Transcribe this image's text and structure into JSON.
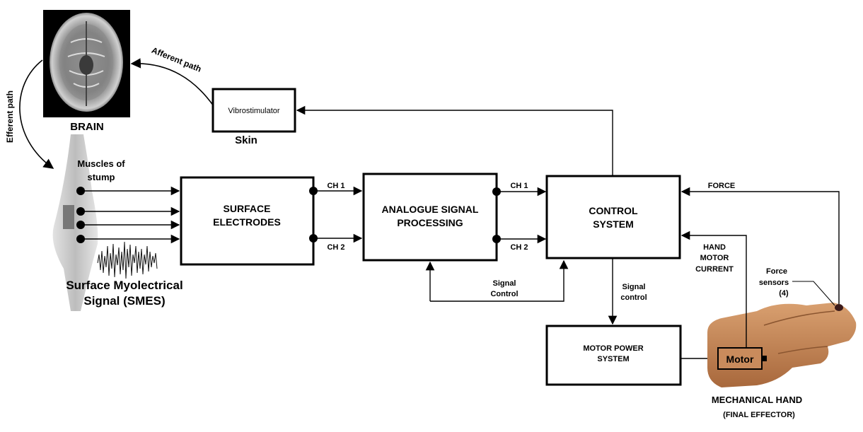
{
  "labels": {
    "brain": "BRAIN",
    "afferent": "Afferent path",
    "efferent": "Efferent path",
    "vibrostimulator": "Vibrostimulator",
    "skin": "Skin",
    "muscles_line1": "Muscles of",
    "muscles_line2": "stump",
    "smes_line1": "Surface Myolectrical",
    "smes_line2": "Signal (SMES)",
    "surface_line1": "SURFACE",
    "surface_line2": "ELECTRODES",
    "analogue_line1": "ANALOGUE SIGNAL",
    "analogue_line2": "PROCESSING",
    "control_line1": "CONTROL",
    "control_line2": "SYSTEM",
    "motor_power_line1": "MOTOR POWER",
    "motor_power_line2": "SYSTEM",
    "ch1_a": "CH 1",
    "ch2_a": "CH 2",
    "ch1_b": "CH 1",
    "ch2_b": "CH 2",
    "signal_control_1a": "Signal",
    "signal_control_1b": "Control",
    "signal_control_2a": "Signal",
    "signal_control_2b": "control",
    "force": "FORCE",
    "hand_motor_1": "HAND",
    "hand_motor_2": "MOTOR",
    "hand_motor_3": "CURRENT",
    "force_sensors_1": "Force",
    "force_sensors_2": "sensors",
    "force_sensors_3": "(4)",
    "motor": "Motor",
    "mech_hand_1": "MECHANICAL HAND",
    "mech_hand_2": "(FINAL EFFECTOR)"
  },
  "colors": {
    "line": "#000000",
    "motor_fill": "#c98b5c",
    "hand_skin": "#c88a5a",
    "brain_bg": "#000000"
  }
}
